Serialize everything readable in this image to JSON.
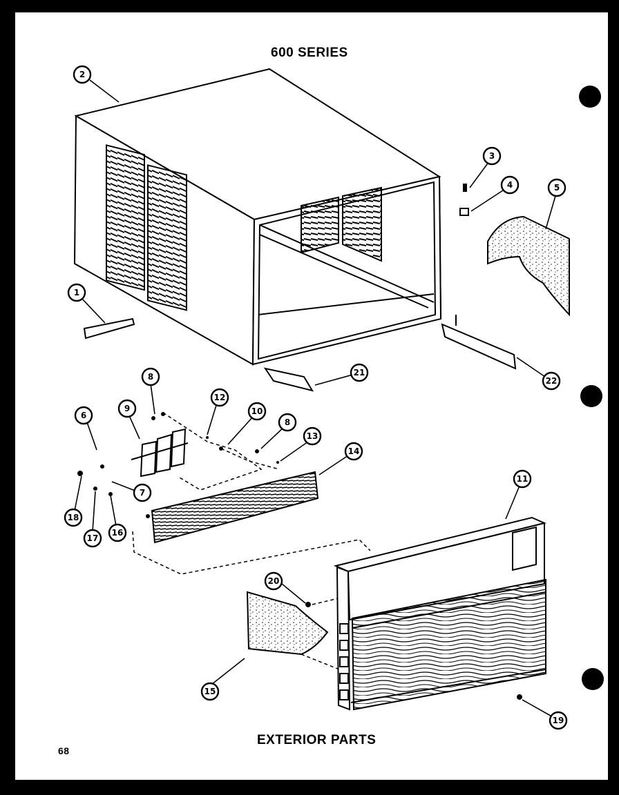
{
  "header": {
    "series_title": "600 SERIES"
  },
  "footer": {
    "section_title": "EXTERIOR PARTS",
    "page_number": "68"
  },
  "callouts": {
    "c1": "1",
    "c2": "2",
    "c3": "3",
    "c4": "4",
    "c5": "5",
    "c6": "6",
    "c7": "7",
    "c8a": "8",
    "c8b": "8",
    "c9": "9",
    "c10": "10",
    "c11": "11",
    "c12": "12",
    "c13": "13",
    "c14": "14",
    "c15": "15",
    "c16": "16",
    "c17": "17",
    "c18": "18",
    "c19": "19",
    "c20": "20",
    "c21": "21",
    "c22": "22"
  }
}
